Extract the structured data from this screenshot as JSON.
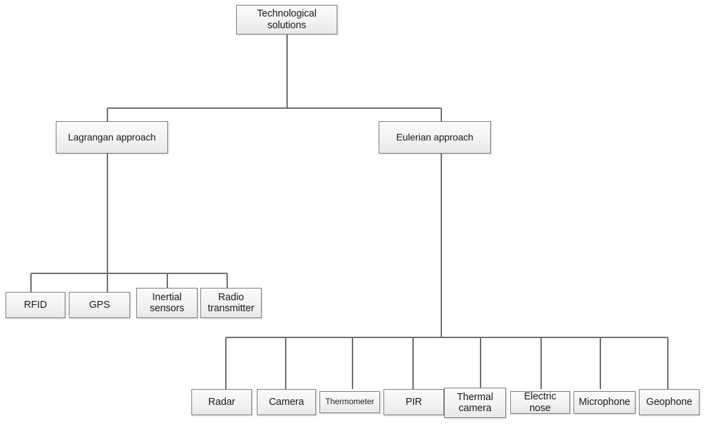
{
  "diagram": {
    "title_text": "Technological solutions",
    "root": {
      "label": "Technological\nsolutions"
    },
    "branches": [
      {
        "key": "lagrangan",
        "label": "Lagrangan approach",
        "children": [
          {
            "key": "rfid",
            "label": "RFID"
          },
          {
            "key": "gps",
            "label": "GPS"
          },
          {
            "key": "inertial-sensors",
            "label": "Inertial\nsensors"
          },
          {
            "key": "radio-transmitter",
            "label": "Radio\ntransmitter"
          }
        ]
      },
      {
        "key": "eulerian",
        "label": "Eulerian approach",
        "children": [
          {
            "key": "radar",
            "label": "Radar"
          },
          {
            "key": "camera",
            "label": "Camera"
          },
          {
            "key": "thermometer",
            "label": "Thermometer"
          },
          {
            "key": "pir",
            "label": "PIR"
          },
          {
            "key": "thermal-camera",
            "label": "Thermal\ncamera"
          },
          {
            "key": "electric-nose",
            "label": "Electric nose"
          },
          {
            "key": "microphone",
            "label": "Microphone"
          },
          {
            "key": "geophone",
            "label": "Geophone"
          }
        ]
      }
    ],
    "colors": {
      "node_border": "#7d7d7d",
      "node_fill_top": "#fbfbfb",
      "node_fill_bottom": "#e9e9e9",
      "connector": "#6e6e6e",
      "text": "#1b1b1b",
      "background": "#ffffff"
    }
  }
}
